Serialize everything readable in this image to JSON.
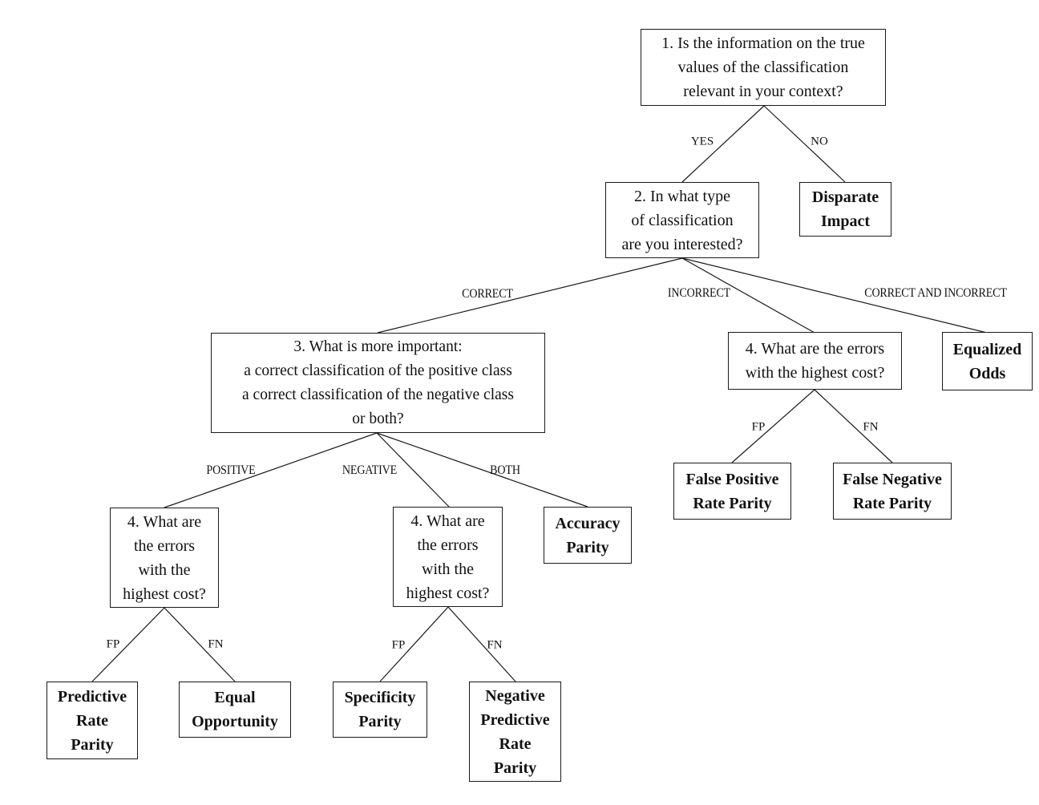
{
  "diagram": {
    "nodes": {
      "q1": "1. Is the information on the true\nvalues of the classification\nrelevant in your context?",
      "q2": "2. In what type\nof classification\nare you interested?",
      "q3": "3. What is more important:\na correct classification of the positive class\na correct classification of the negative class\nor both?",
      "q4_incorrect": "4. What are the errors\nwith the highest cost?",
      "q4_positive": "4. What are\nthe errors\nwith the\nhighest cost?",
      "q4_negative": "4. What are\nthe errors\nwith the\nhighest cost?",
      "disparate_impact": "Disparate\nImpact",
      "equalized_odds": "Equalized\nOdds",
      "accuracy_parity": "Accuracy\nParity",
      "false_positive_rate_parity": "False Positive\nRate Parity",
      "false_negative_rate_parity": "False Negative\nRate Parity",
      "predictive_rate_parity": "Predictive\nRate\nParity",
      "equal_opportunity": "Equal\nOpportunity",
      "specificity_parity": "Specificity\nParity",
      "negative_predictive_rate_parity": "Negative\nPredictive\nRate\nParity"
    },
    "edge_labels": {
      "yes": "YES",
      "no": "NO",
      "correct": "CORRECT",
      "incorrect": "INCORRECT",
      "correct_and_incorrect": "CORRECT AND INCORRECT",
      "positive": "POSITIVE",
      "negative": "NEGATIVE",
      "both": "BOTH",
      "fp": "FP",
      "fn": "FN"
    },
    "colors": {
      "background": "#ffffff",
      "line": "#1a1a1a",
      "text": "#111111"
    }
  }
}
